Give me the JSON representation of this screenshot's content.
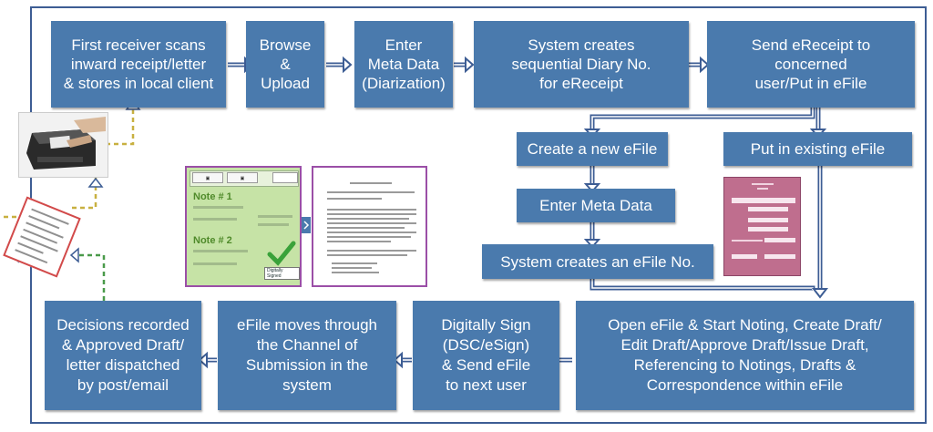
{
  "boxes": {
    "scan": "First receiver scans\ninward receipt/letter\n& stores in local client",
    "browse": "Browse\n&\nUpload",
    "meta": "Enter\nMeta Data\n(Diarization)",
    "diary": "System creates\nsequential Diary No.\nfor eReceipt",
    "send": "Send eReceipt to\nconcerned\nuser/Put in eFile",
    "create_new": "Create a new eFile",
    "put_existing": "Put in existing eFile",
    "enter_meta": "Enter Meta Data",
    "efile_no": "System creates an eFile No.",
    "open_efile": "Open eFile & Start Noting, Create Draft/\nEdit Draft/Approve Draft/Issue Draft,\nReferencing to Notings, Drafts &\nCorrespondence within eFile",
    "sign": "Digitally Sign\n(DSC/eSign)\n& Send eFile\nto next user",
    "moves": "eFile moves through\nthe Channel of\nSubmission in the\nsystem",
    "decisions": "Decisions recorded\n& Approved Draft/\nletter dispatched\nby post/email"
  },
  "note_panel": {
    "note1": "Note # 1",
    "note2": "Note # 2",
    "sign_label": "Digitally Signed"
  },
  "colors": {
    "box_fill": "#4a7aad",
    "frame": "#3d5d94",
    "connector_dashed": "#c8b040",
    "connector_green": "#4a9a4a"
  }
}
